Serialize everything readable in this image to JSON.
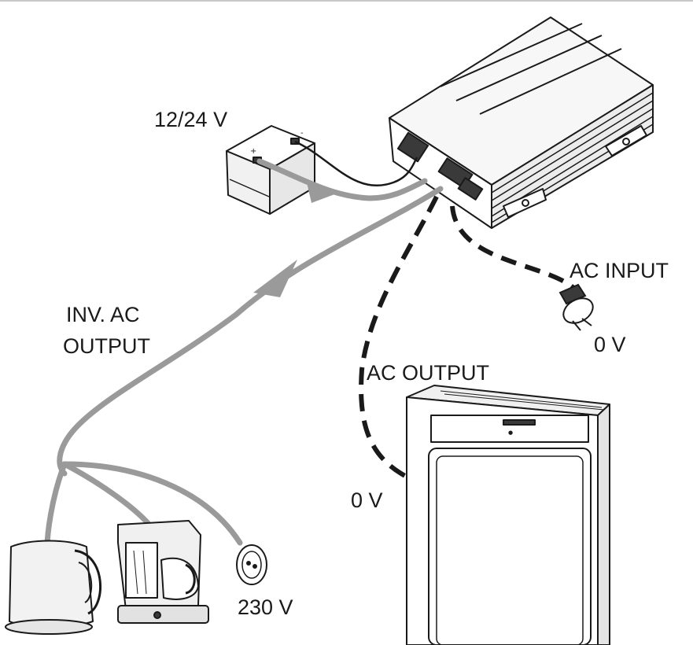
{
  "labels": {
    "battery_voltage": "12/24 V",
    "ac_input": "AC INPUT",
    "ac_input_voltage": "0 V",
    "inv_ac_output_line1": "INV. AC",
    "inv_ac_output_line2": "OUTPUT",
    "ac_output": "AC OUTPUT",
    "ac_output_voltage": "0 V",
    "appliance_voltage": "230 V"
  },
  "colors": {
    "line_art": "#1a1a1a",
    "inverter_cable": "#9a9a9a",
    "ac_cable": "#1a1a1a",
    "device_fill": "#f4f4f4"
  },
  "icons": [
    "inverter-unit-icon",
    "battery-icon",
    "power-plug-icon",
    "refrigerator-icon",
    "kettle-icon",
    "coffee-maker-icon",
    "wall-socket-icon"
  ]
}
